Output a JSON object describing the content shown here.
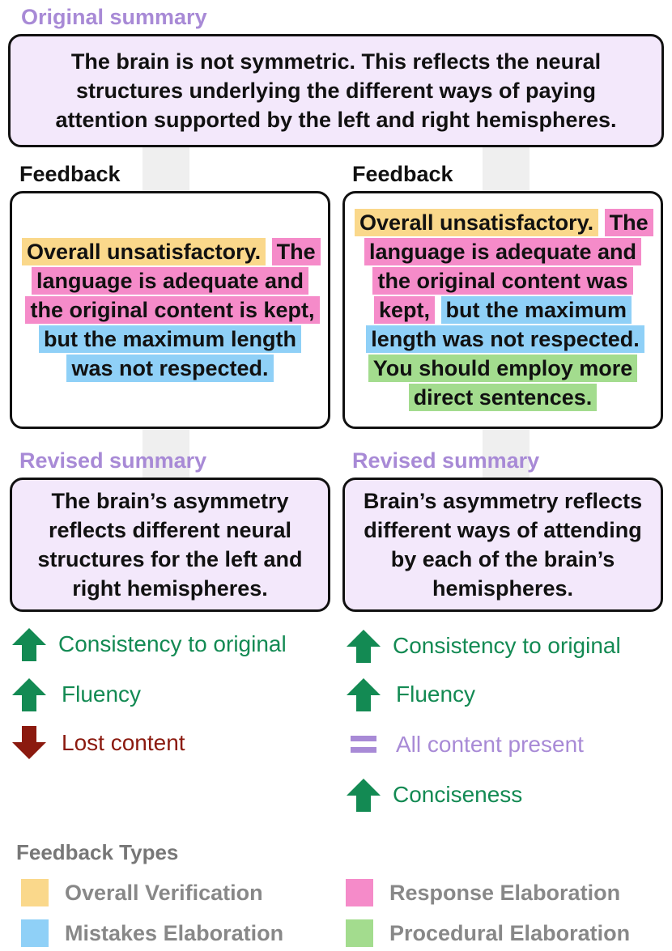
{
  "original": {
    "label": "Original summary",
    "text": "The brain is not symmetric. This reflects the neural structures underlying the different ways of paying attention supported by the left and right hemispheres."
  },
  "left": {
    "feedback_label": "Feedback",
    "feedback": {
      "overall": "Overall unsatisfactory.",
      "response": "The language is adequate and the original content is kept,",
      "mistakes": "but the maximum length was not respected."
    },
    "revised_label": "Revised summary",
    "revised_text": "The brain’s asymmetry reflects different neural structures for the left and right hemispheres.",
    "metrics": [
      {
        "icon": "up-arrow-icon",
        "text": "Consistency to original",
        "color": "#138a53"
      },
      {
        "icon": "up-arrow-icon",
        "text": "Fluency",
        "color": "#138a53"
      },
      {
        "icon": "down-arrow-icon",
        "text": "Lost content",
        "color": "#8b1a0f"
      }
    ]
  },
  "right": {
    "feedback_label": "Feedback",
    "feedback": {
      "overall": "Overall unsatisfactory.",
      "response": "The language is adequate and the original content was kept,",
      "mistakes": "but the maximum length was not respected.",
      "procedural": "You should employ more direct sentences."
    },
    "revised_label": "Revised summary",
    "revised_text": "Brain’s asymmetry reflects different ways of attending by each of the brain’s hemispheres.",
    "metrics": [
      {
        "icon": "up-arrow-icon",
        "text": "Consistency to original",
        "color": "#138a53"
      },
      {
        "icon": "up-arrow-icon",
        "text": "Fluency",
        "color": "#138a53"
      },
      {
        "icon": "equals-icon",
        "text": "All content present",
        "color": "#a88ad6"
      },
      {
        "icon": "up-arrow-icon",
        "text": "Conciseness",
        "color": "#138a53"
      }
    ]
  },
  "legend": {
    "title": "Feedback Types",
    "items": [
      {
        "label": "Overall Verification",
        "color": "#fad88b"
      },
      {
        "label": "Response Elaboration",
        "color": "#f58bc9"
      },
      {
        "label": "Mistakes Elaboration",
        "color": "#8fd0f7"
      },
      {
        "label": "Procedural Elaboration",
        "color": "#a3dc8e"
      }
    ]
  },
  "colors": {
    "green": "#138a53",
    "red": "#8b1a0f",
    "purple": "#a88ad6",
    "box_fill": "#f3e8fb"
  }
}
